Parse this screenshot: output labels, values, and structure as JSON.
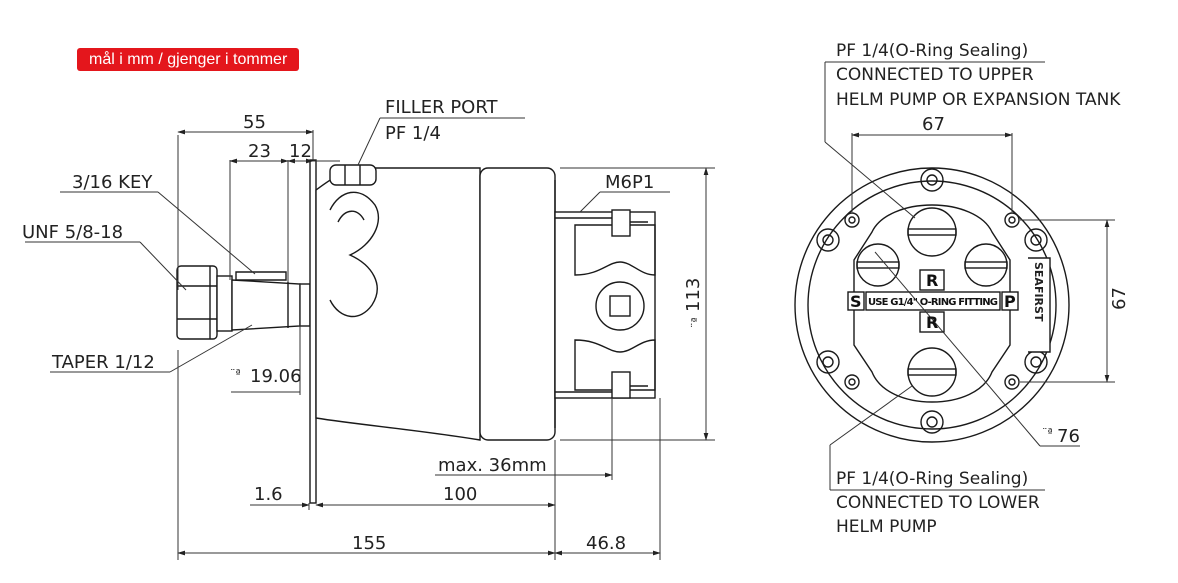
{
  "badge": "mål i mm / gjenger i tommer",
  "side_view": {
    "dim_55": "55",
    "dim_23": "23",
    "dim_12": "12",
    "dim_113_prefix": "¨ª",
    "dim_113": "113",
    "dim_1906_prefix": "¨ª",
    "dim_1906": "19.06",
    "dim_max36": "max. 36mm",
    "dim_16": "1.6",
    "dim_100": "100",
    "dim_155": "155",
    "dim_468": "46.8",
    "label_filler_1": "FILLER PORT",
    "label_filler_2": "PF 1/4",
    "label_key": "3/16 KEY",
    "label_unf": "UNF 5/8-18",
    "label_taper": "TAPER 1/12",
    "label_m6p1": "M6P1"
  },
  "front_view": {
    "upper_1": "PF 1/4(O-Ring Sealing)",
    "upper_2": "CONNECTED TO UPPER",
    "upper_3": "HELM PUMP OR EXPANSION TANK",
    "dim_67_h": "67",
    "dim_67_v": "67",
    "dim_76_prefix": "¨ª",
    "dim_76": "76",
    "lower_1": "PF 1/4(O-Ring Sealing)",
    "lower_2": "CONNECTED TO LOWER",
    "lower_3": "HELM PUMP",
    "plate_text": "USE G1/4\" O-RING FITTING",
    "letter_s": "S",
    "letter_p": "P",
    "letter_r_top": "R",
    "letter_r_bottom": "R",
    "brand": "SEAFIRST"
  },
  "colors": {
    "badge_bg": "#e4161c",
    "line": "#1a1a1a"
  }
}
